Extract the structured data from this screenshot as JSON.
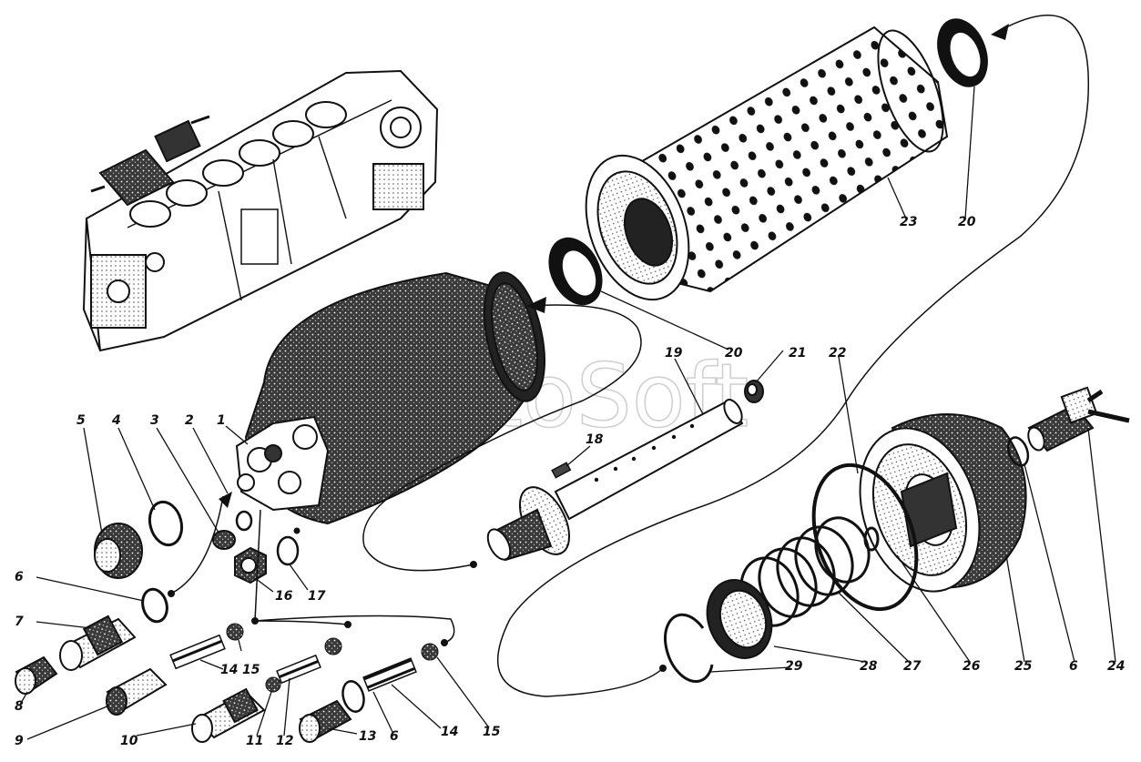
{
  "watermark": "AutoSoft",
  "labels": {
    "l1": "1",
    "l2": "2",
    "l3": "3",
    "l4": "4",
    "l5": "5",
    "l6a": "6",
    "l6b": "6",
    "l6c": "6",
    "l7": "7",
    "l8": "8",
    "l9": "9",
    "l10": "10",
    "l11": "11",
    "l12": "12",
    "l13": "13",
    "l14a": "14",
    "l14b": "14",
    "l15a": "15",
    "l15b": "15",
    "l16": "16",
    "l17": "17",
    "l18": "18",
    "l19": "19",
    "l20a": "20",
    "l20b": "20",
    "l21": "21",
    "l22": "22",
    "l23": "23",
    "l24": "24",
    "l25": "25",
    "l26": "26",
    "l27": "27",
    "l28": "28",
    "l29": "29"
  },
  "colors": {
    "ink": "#111111",
    "paper": "#ffffff",
    "watermark": "#bdbdbd"
  }
}
